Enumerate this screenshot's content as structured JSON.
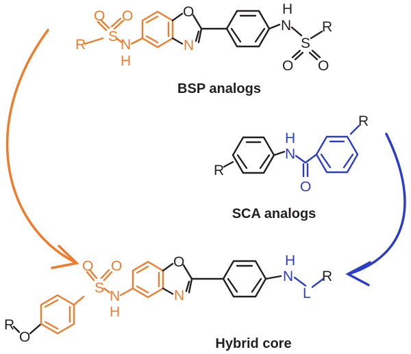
{
  "colors": {
    "bsp": "#f07b2b",
    "sca": "#2b3dc8",
    "core": "#231f20"
  },
  "captions": {
    "bsp": "BSP analogs",
    "sca": "SCA analogs",
    "hybrid": "Hybrid core"
  },
  "atoms": {
    "R": "R",
    "S": "S",
    "O": "O",
    "N": "N",
    "NH": "NH",
    "H": "H",
    "L": "L"
  }
}
